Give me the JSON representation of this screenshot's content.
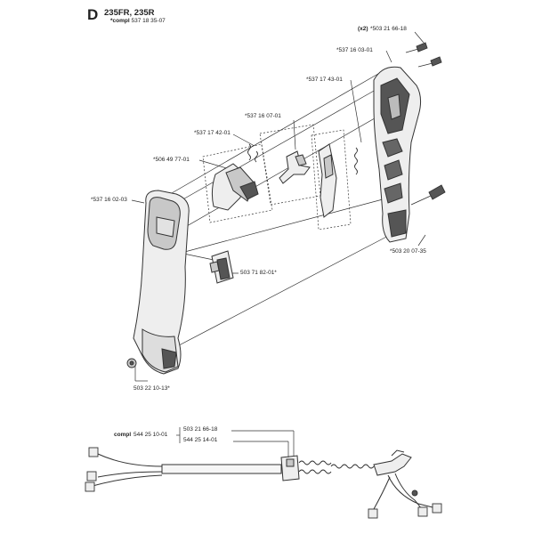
{
  "header": {
    "section": "D",
    "models": "235FR, 235R",
    "compl_label": "*compl",
    "compl_number": "537 18 35-07"
  },
  "callouts": {
    "qty_screw": "(x2)",
    "p_503_21_66_18_top": "*503 21 66-18",
    "p_537_16_03_01": "*537 16 03-01",
    "p_537_17_43_01": "*537 17 43-01",
    "p_537_16_07_01": "*537 16 07-01",
    "p_537_17_42_01": "*537 17 42-01",
    "p_506_49_77_01": "*506 49 77-01",
    "p_537_16_02_03": "*537 16 02-03",
    "p_503_71_82_01": "503 71 82-01*",
    "p_503_20_07_35": "*503 20 07-35",
    "p_503_22_10_13": "503 22 10-13*"
  },
  "harness": {
    "compl_label": "compl",
    "compl_number": "544 25 10-01",
    "sub_a": "503 21 66-18",
    "sub_b": "544 25 14-01"
  },
  "colors": {
    "line": "#333333",
    "fill_light": "#eeeeee",
    "fill_mid": "#c8c8c8",
    "fill_dark": "#555555"
  }
}
